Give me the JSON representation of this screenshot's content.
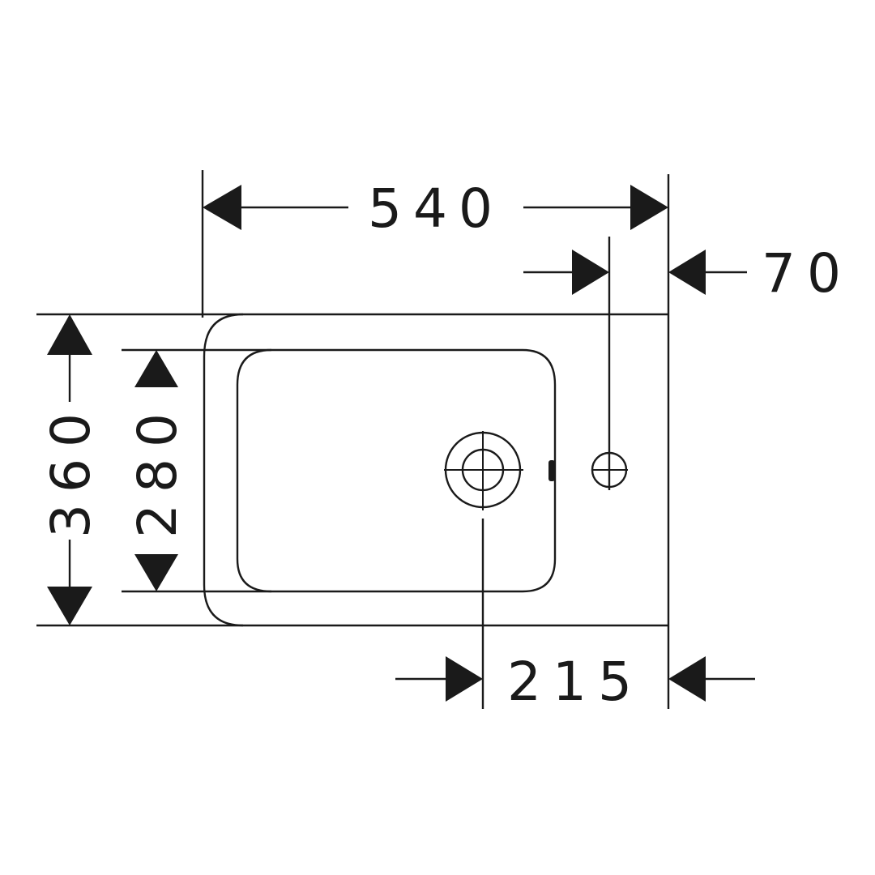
{
  "drawing": {
    "dimensions": {
      "overall_width": "540",
      "rear_offset": "70",
      "overall_depth": "360",
      "bowl_depth": "280",
      "tap_hole_offset": "215"
    },
    "colors": {
      "ink": "#1a1a1a",
      "background": "#ffffff"
    }
  }
}
